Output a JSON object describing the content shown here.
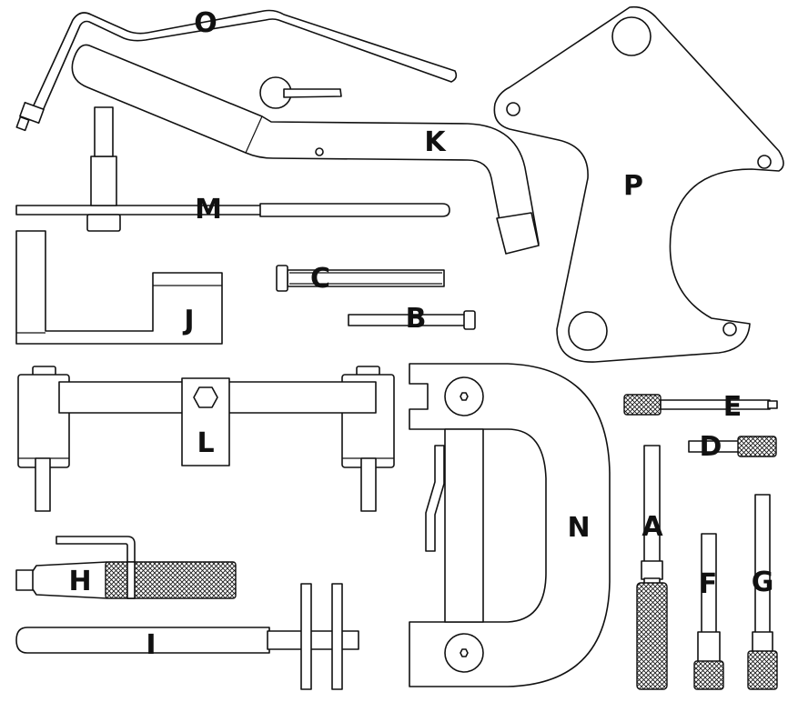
{
  "colors": {
    "line": "#111111",
    "background": "#ffffff"
  },
  "tools": [
    {
      "id": "A",
      "label": "A"
    },
    {
      "id": "B",
      "label": "B"
    },
    {
      "id": "C",
      "label": "C"
    },
    {
      "id": "D",
      "label": "D"
    },
    {
      "id": "E",
      "label": "E"
    },
    {
      "id": "F",
      "label": "F"
    },
    {
      "id": "G",
      "label": "G"
    },
    {
      "id": "H",
      "label": "H"
    },
    {
      "id": "I",
      "label": "I"
    },
    {
      "id": "J",
      "label": "J"
    },
    {
      "id": "K",
      "label": "K"
    },
    {
      "id": "L",
      "label": "L"
    },
    {
      "id": "M",
      "label": "M"
    },
    {
      "id": "N",
      "label": "N"
    },
    {
      "id": "O",
      "label": "O"
    },
    {
      "id": "P",
      "label": "P"
    }
  ]
}
